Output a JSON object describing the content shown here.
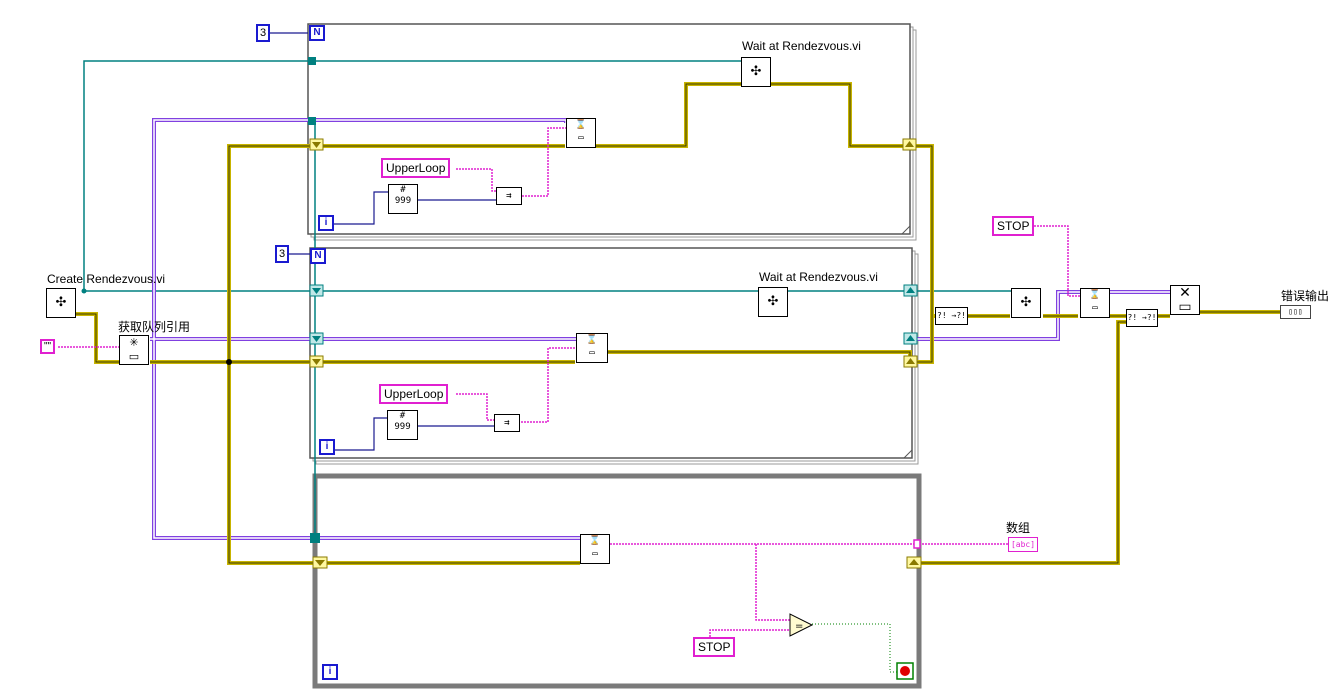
{
  "labels": {
    "create_rendezvous": "Create Rendezvous.vi",
    "wait_rendezvous_1": "Wait at Rendezvous.vi",
    "wait_rendezvous_2": "Wait at Rendezvous.vi",
    "get_queue_ref": "获取队列引用",
    "error_out": "错误输出",
    "array": "数组"
  },
  "constants": {
    "empty_string": "\"\"",
    "loop_count_1": "3",
    "loop_count_2": "3",
    "upper_loop_1": "UpperLoop",
    "upper_loop_2": "UpperLoop",
    "stop_1": "STOP",
    "stop_2": "STOP"
  },
  "terminals": {
    "n_1": "N",
    "n_2": "N",
    "i_1": "i",
    "i_2": "i",
    "i_3": "i"
  },
  "node_glyphs": {
    "format_1": "#\n999",
    "format_2": "#\n999",
    "indicator_array": "[abc]",
    "indicator_error": "▯▯▯"
  },
  "colors": {
    "error_wire": "#c8b400",
    "error_wire_core": "#3a3a00",
    "string_wire": "#e020d0",
    "queue_wire": "#8040e0",
    "rendezvous_wire": "#008080",
    "numeric_wire": "#1a1a90",
    "bool_wire": "#008000",
    "frame": "#555555",
    "while_frame": "#7a7a7a"
  }
}
